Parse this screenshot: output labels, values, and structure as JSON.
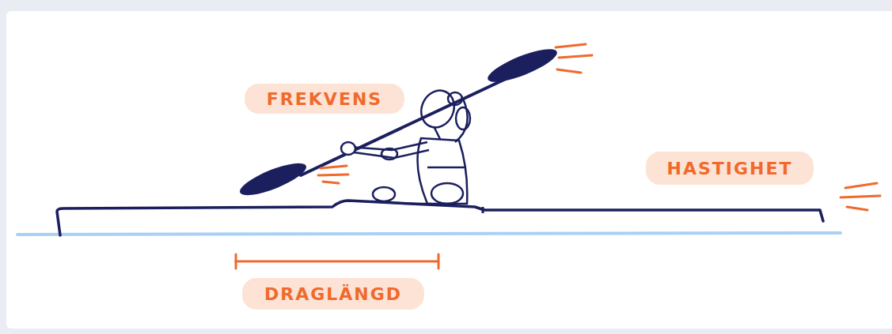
{
  "diagram": {
    "nodes": [
      {
        "text": [
          "FREKVENS"
        ]
      },
      {
        "text": [
          "HASTIGHET"
        ]
      },
      {
        "text": [
          "DRAGLÄNGD"
        ]
      }
    ]
  }
}
